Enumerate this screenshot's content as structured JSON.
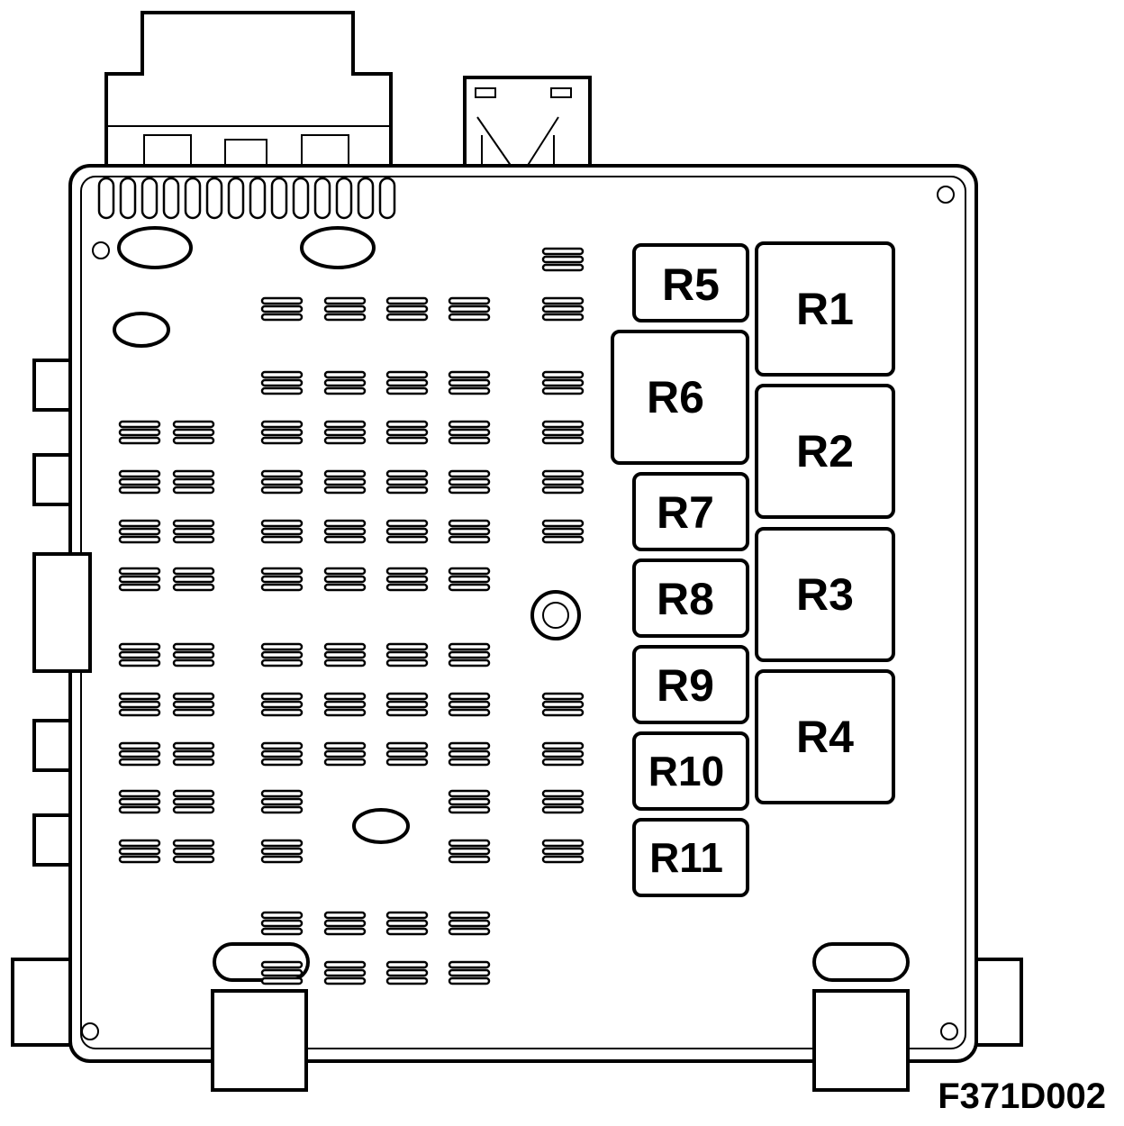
{
  "diagram": {
    "drawing_code": "F371D002",
    "relays": [
      "R1",
      "R2",
      "R3",
      "R4",
      "R5",
      "R6",
      "R7",
      "R8",
      "R9",
      "R10",
      "R11"
    ]
  }
}
